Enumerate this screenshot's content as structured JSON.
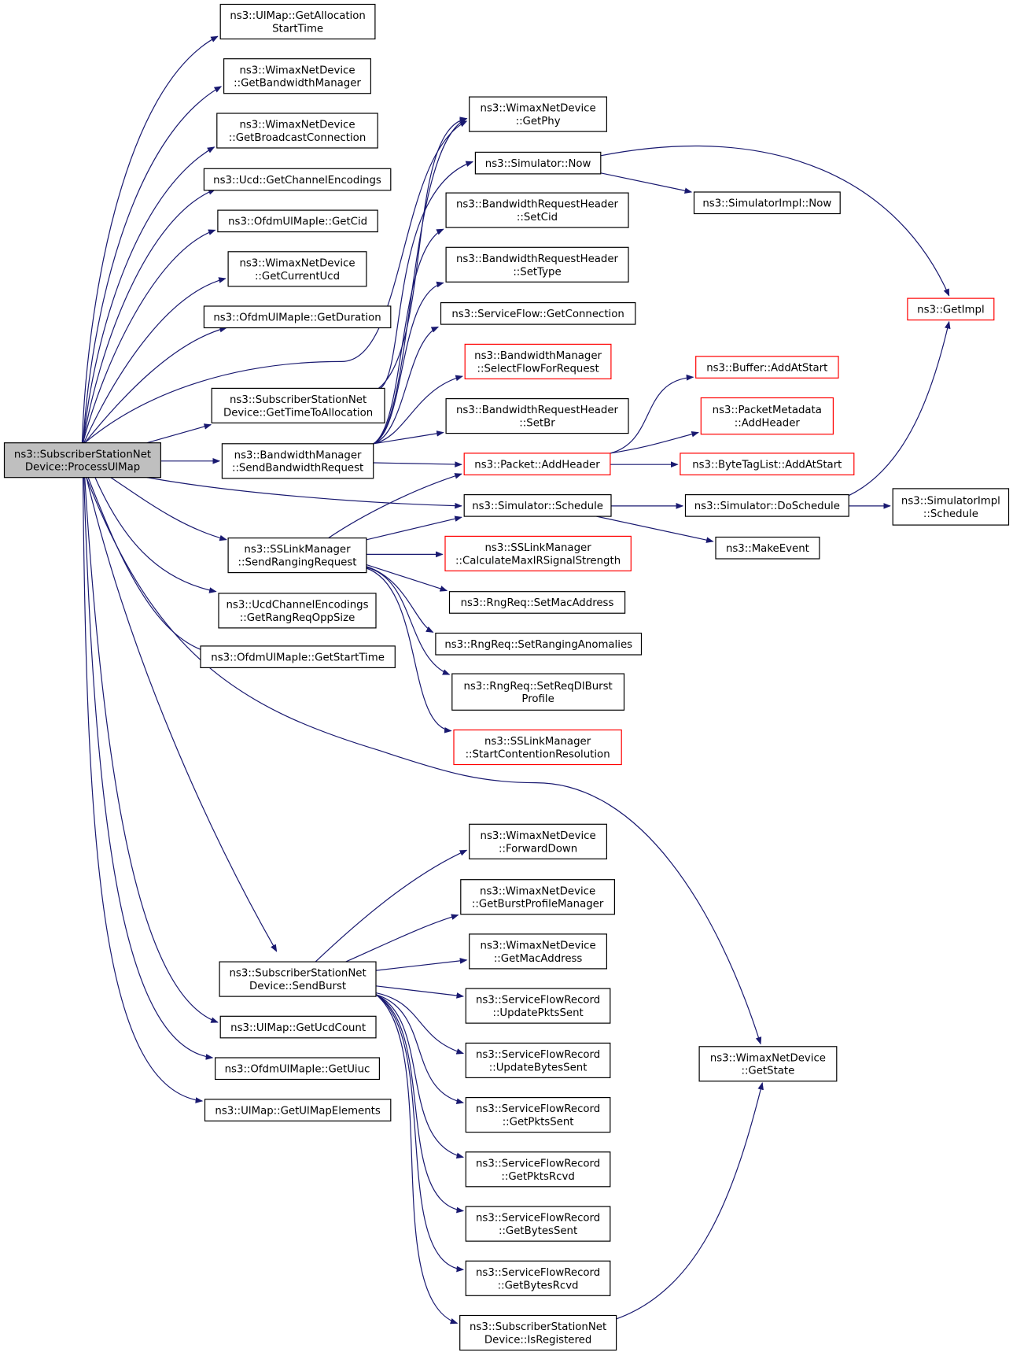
{
  "root": "n0",
  "colors": {
    "edge": "#191970",
    "box_stroke": "#000000",
    "red_stroke": "#ff0000",
    "root_fill": "#bfbfbf"
  },
  "nodes": [
    {
      "id": "n0",
      "lines": [
        "ns3::SubscriberStationNet",
        "Device::ProcessUlMap"
      ],
      "style": "root"
    },
    {
      "id": "n1",
      "lines": [
        "ns3::UlMap::GetAllocation",
        "StartTime"
      ]
    },
    {
      "id": "n2",
      "lines": [
        "ns3::WimaxNetDevice",
        "::GetBandwidthManager"
      ]
    },
    {
      "id": "n3",
      "lines": [
        "ns3::WimaxNetDevice",
        "::GetBroadcastConnection"
      ]
    },
    {
      "id": "n4",
      "lines": [
        "ns3::Ucd::GetChannelEncodings"
      ]
    },
    {
      "id": "n5",
      "lines": [
        "ns3::OfdmUlMapIe::GetCid"
      ]
    },
    {
      "id": "n6",
      "lines": [
        "ns3::WimaxNetDevice",
        "::GetCurrentUcd"
      ]
    },
    {
      "id": "n7",
      "lines": [
        "ns3::OfdmUlMapIe::GetDuration"
      ]
    },
    {
      "id": "n8",
      "lines": [
        "ns3::SubscriberStationNet",
        "Device::GetTimeToAllocation"
      ]
    },
    {
      "id": "n9",
      "lines": [
        "ns3::BandwidthManager",
        "::SendBandwidthRequest"
      ]
    },
    {
      "id": "n10",
      "lines": [
        "ns3::SSLinkManager",
        "::SendRangingRequest"
      ]
    },
    {
      "id": "n11",
      "lines": [
        "ns3::UcdChannelEncodings",
        "::GetRangReqOppSize"
      ]
    },
    {
      "id": "n12",
      "lines": [
        "ns3::OfdmUlMapIe::GetStartTime"
      ]
    },
    {
      "id": "n13",
      "lines": [
        "ns3::SubscriberStationNet",
        "Device::SendBurst"
      ]
    },
    {
      "id": "n14",
      "lines": [
        "ns3::UlMap::GetUcdCount"
      ]
    },
    {
      "id": "n15",
      "lines": [
        "ns3::OfdmUlMapIe::GetUiuc"
      ]
    },
    {
      "id": "n16",
      "lines": [
        "ns3::UlMap::GetUlMapElements"
      ]
    },
    {
      "id": "n17",
      "lines": [
        "ns3::WimaxNetDevice",
        "::GetPhy"
      ]
    },
    {
      "id": "n18",
      "lines": [
        "ns3::Simulator::Now"
      ]
    },
    {
      "id": "n19",
      "lines": [
        "ns3::BandwidthRequestHeader",
        "::SetCid"
      ]
    },
    {
      "id": "n20",
      "lines": [
        "ns3::BandwidthRequestHeader",
        "::SetType"
      ]
    },
    {
      "id": "n21",
      "lines": [
        "ns3::ServiceFlow::GetConnection"
      ]
    },
    {
      "id": "n22",
      "lines": [
        "ns3::BandwidthManager",
        "::SelectFlowForRequest"
      ],
      "style": "red"
    },
    {
      "id": "n23",
      "lines": [
        "ns3::BandwidthRequestHeader",
        "::SetBr"
      ]
    },
    {
      "id": "n24",
      "lines": [
        "ns3::Packet::AddHeader"
      ],
      "style": "red"
    },
    {
      "id": "n25",
      "lines": [
        "ns3::Simulator::Schedule"
      ]
    },
    {
      "id": "n26",
      "lines": [
        "ns3::SSLinkManager",
        "::CalculateMaxIRSignalStrength"
      ],
      "style": "red"
    },
    {
      "id": "n27",
      "lines": [
        "ns3::RngReq::SetMacAddress"
      ]
    },
    {
      "id": "n28",
      "lines": [
        "ns3::RngReq::SetRangingAnomalies"
      ]
    },
    {
      "id": "n29",
      "lines": [
        "ns3::RngReq::SetReqDlBurst",
        "Profile"
      ]
    },
    {
      "id": "n30",
      "lines": [
        "ns3::SSLinkManager",
        "::StartContentionResolution"
      ],
      "style": "red"
    },
    {
      "id": "n31",
      "lines": [
        "ns3::WimaxNetDevice",
        "::ForwardDown"
      ]
    },
    {
      "id": "n32",
      "lines": [
        "ns3::WimaxNetDevice",
        "::GetBurstProfileManager"
      ]
    },
    {
      "id": "n33",
      "lines": [
        "ns3::WimaxNetDevice",
        "::GetMacAddress"
      ]
    },
    {
      "id": "n34",
      "lines": [
        "ns3::ServiceFlowRecord",
        "::UpdatePktsSent"
      ]
    },
    {
      "id": "n35",
      "lines": [
        "ns3::ServiceFlowRecord",
        "::UpdateBytesSent"
      ]
    },
    {
      "id": "n36",
      "lines": [
        "ns3::ServiceFlowRecord",
        "::GetPktsSent"
      ]
    },
    {
      "id": "n37",
      "lines": [
        "ns3::ServiceFlowRecord",
        "::GetPktsRcvd"
      ]
    },
    {
      "id": "n38",
      "lines": [
        "ns3::ServiceFlowRecord",
        "::GetBytesSent"
      ]
    },
    {
      "id": "n39",
      "lines": [
        "ns3::ServiceFlowRecord",
        "::GetBytesRcvd"
      ]
    },
    {
      "id": "n40",
      "lines": [
        "ns3::SubscriberStationNet",
        "Device::IsRegistered"
      ]
    },
    {
      "id": "n41",
      "lines": [
        "ns3::SimulatorImpl::Now"
      ]
    },
    {
      "id": "n42",
      "lines": [
        "ns3::GetImpl"
      ],
      "style": "red"
    },
    {
      "id": "n43",
      "lines": [
        "ns3::Buffer::AddAtStart"
      ],
      "style": "red"
    },
    {
      "id": "n44",
      "lines": [
        "ns3::PacketMetadata",
        "::AddHeader"
      ],
      "style": "red"
    },
    {
      "id": "n45",
      "lines": [
        "ns3::ByteTagList::AddAtStart"
      ],
      "style": "red"
    },
    {
      "id": "n46",
      "lines": [
        "ns3::Simulator::DoSchedule"
      ]
    },
    {
      "id": "n47",
      "lines": [
        "ns3::MakeEvent"
      ]
    },
    {
      "id": "n48",
      "lines": [
        "ns3::SimulatorImpl",
        "::Schedule"
      ]
    },
    {
      "id": "n49",
      "lines": [
        "ns3::WimaxNetDevice",
        "::GetState"
      ]
    }
  ],
  "edges": [
    [
      "n0",
      "n1"
    ],
    [
      "n0",
      "n2"
    ],
    [
      "n0",
      "n3"
    ],
    [
      "n0",
      "n4"
    ],
    [
      "n0",
      "n5"
    ],
    [
      "n0",
      "n6"
    ],
    [
      "n0",
      "n7"
    ],
    [
      "n0",
      "n17"
    ],
    [
      "n0",
      "n8"
    ],
    [
      "n0",
      "n9"
    ],
    [
      "n0",
      "n25"
    ],
    [
      "n0",
      "n10"
    ],
    [
      "n0",
      "n11"
    ],
    [
      "n0",
      "n12"
    ],
    [
      "n0",
      "n49"
    ],
    [
      "n0",
      "n13"
    ],
    [
      "n0",
      "n14"
    ],
    [
      "n0",
      "n15"
    ],
    [
      "n0",
      "n16"
    ],
    [
      "n8",
      "n17"
    ],
    [
      "n8",
      "n18"
    ],
    [
      "n9",
      "n17"
    ],
    [
      "n9",
      "n19"
    ],
    [
      "n9",
      "n20"
    ],
    [
      "n9",
      "n21"
    ],
    [
      "n9",
      "n22"
    ],
    [
      "n9",
      "n23"
    ],
    [
      "n9",
      "n24"
    ],
    [
      "n10",
      "n24"
    ],
    [
      "n10",
      "n25"
    ],
    [
      "n10",
      "n26"
    ],
    [
      "n10",
      "n27"
    ],
    [
      "n10",
      "n28"
    ],
    [
      "n10",
      "n29"
    ],
    [
      "n10",
      "n30"
    ],
    [
      "n18",
      "n41"
    ],
    [
      "n18",
      "n42"
    ],
    [
      "n24",
      "n43"
    ],
    [
      "n24",
      "n44"
    ],
    [
      "n24",
      "n45"
    ],
    [
      "n25",
      "n46"
    ],
    [
      "n25",
      "n47"
    ],
    [
      "n46",
      "n48"
    ],
    [
      "n46",
      "n42"
    ],
    [
      "n13",
      "n31"
    ],
    [
      "n13",
      "n32"
    ],
    [
      "n13",
      "n33"
    ],
    [
      "n13",
      "n34"
    ],
    [
      "n13",
      "n35"
    ],
    [
      "n13",
      "n36"
    ],
    [
      "n13",
      "n37"
    ],
    [
      "n13",
      "n38"
    ],
    [
      "n13",
      "n39"
    ],
    [
      "n13",
      "n40"
    ],
    [
      "n40",
      "n49"
    ]
  ]
}
